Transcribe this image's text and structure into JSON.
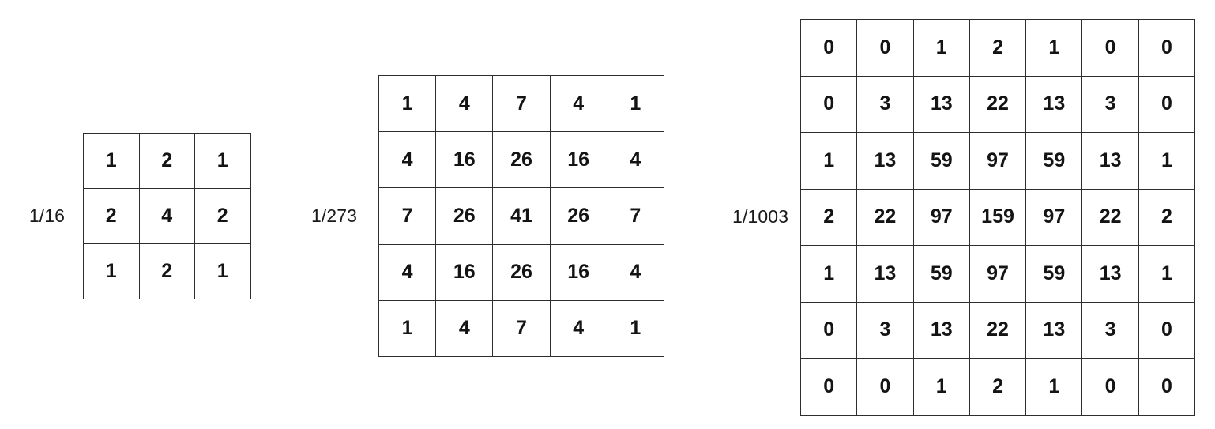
{
  "page": {
    "background_color": "#ffffff",
    "text_color": "#141414",
    "border_color": "#2e2e2e"
  },
  "kernels": [
    {
      "id": "kernel-3x3",
      "scale_label": "1/16",
      "rows": 3,
      "cols": 3,
      "values": [
        [
          1,
          2,
          1
        ],
        [
          2,
          4,
          2
        ],
        [
          1,
          2,
          1
        ]
      ]
    },
    {
      "id": "kernel-5x5",
      "scale_label": "1/273",
      "rows": 5,
      "cols": 5,
      "values": [
        [
          1,
          4,
          7,
          4,
          1
        ],
        [
          4,
          16,
          26,
          16,
          4
        ],
        [
          7,
          26,
          41,
          26,
          7
        ],
        [
          4,
          16,
          26,
          16,
          4
        ],
        [
          1,
          4,
          7,
          4,
          1
        ]
      ]
    },
    {
      "id": "kernel-7x7",
      "scale_label": "1/1003",
      "rows": 7,
      "cols": 7,
      "values": [
        [
          0,
          0,
          1,
          2,
          1,
          0,
          0
        ],
        [
          0,
          3,
          13,
          22,
          13,
          3,
          0
        ],
        [
          1,
          13,
          59,
          97,
          59,
          13,
          1
        ],
        [
          2,
          22,
          97,
          159,
          97,
          22,
          2
        ],
        [
          1,
          13,
          59,
          97,
          59,
          13,
          1
        ],
        [
          0,
          3,
          13,
          22,
          13,
          3,
          0
        ],
        [
          0,
          0,
          1,
          2,
          1,
          0,
          0
        ]
      ]
    }
  ]
}
